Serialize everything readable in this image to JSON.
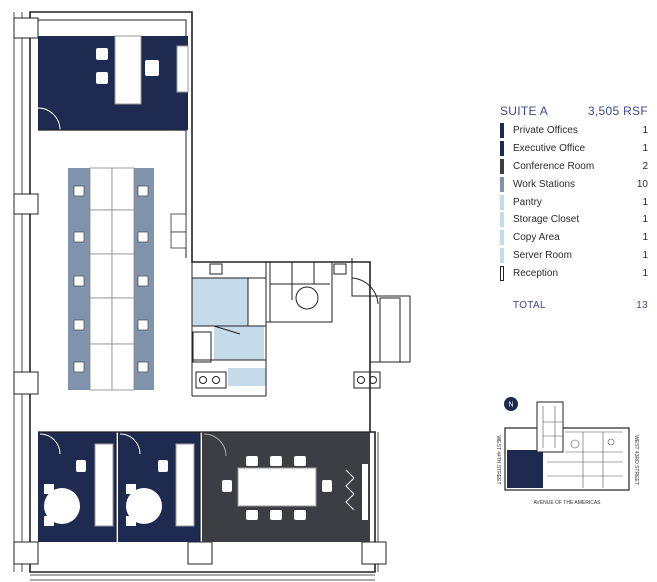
{
  "suite": {
    "name": "SUITE A",
    "area": "3,505 RSF"
  },
  "legend": [
    {
      "label": "Private Offices",
      "count": "1",
      "color": "#1e2a4f"
    },
    {
      "label": "Executive Office",
      "count": "1",
      "color": "#1e2a4f"
    },
    {
      "label": "Conference Room",
      "count": "2",
      "color": "#3c3e44"
    },
    {
      "label": "Work Stations",
      "count": "10",
      "color": "#7f93ad"
    },
    {
      "label": "Pantry",
      "count": "1",
      "color": "#c6dbea"
    },
    {
      "label": "Storage Closet",
      "count": "1",
      "color": "#c6dbea"
    },
    {
      "label": "Copy Area",
      "count": "1",
      "color": "#c6dbea"
    },
    {
      "label": "Server Room",
      "count": "1",
      "color": "#c6dbea"
    },
    {
      "label": "Reception",
      "count": "1",
      "color": "#ffffff"
    }
  ],
  "total": {
    "label": "TOTAL",
    "count": "13"
  },
  "keyplan": {
    "north_label": "N",
    "street_bottom": "AVENUE OF THE AMERICAS",
    "street_left": "WEST 44TH STREET",
    "street_right": "WEST 43RD STREET"
  }
}
